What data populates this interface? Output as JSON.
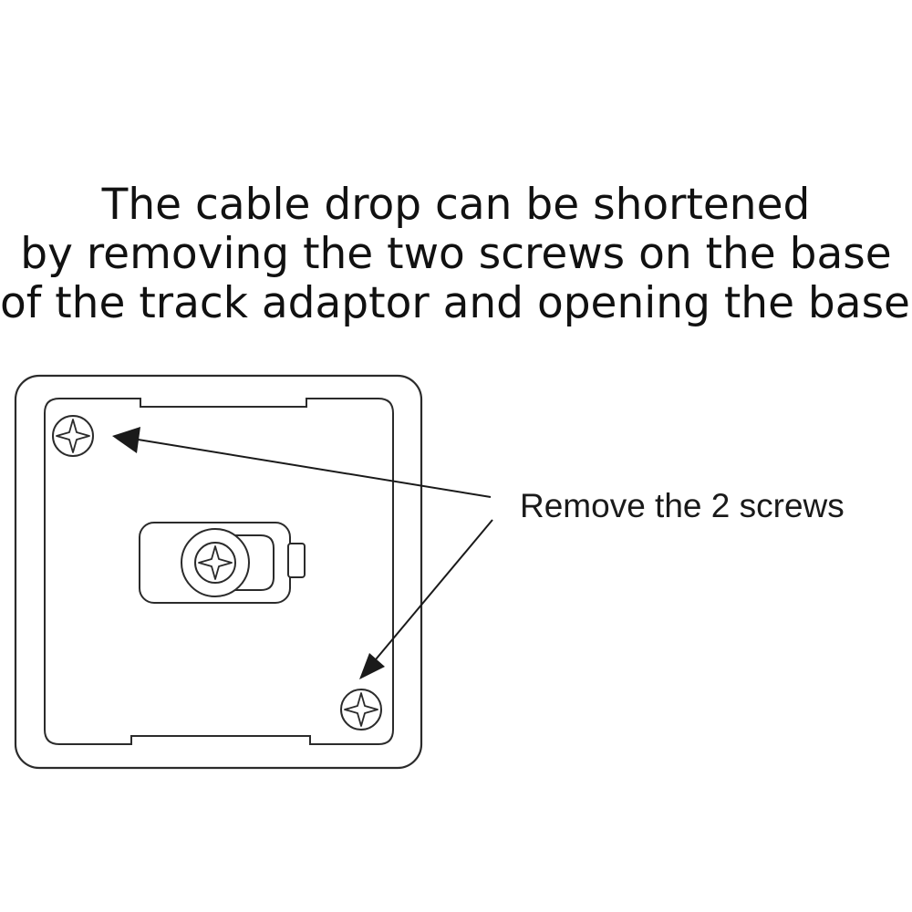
{
  "instruction": {
    "line1": "The cable drop can be shortened",
    "line2": "by removing the two screws on the base",
    "line3": "of the track adaptor and opening the base."
  },
  "callout": {
    "label": "Remove the 2 screws"
  },
  "colors": {
    "line": "#2b2b2b",
    "text": "#111111",
    "background": "#ffffff"
  },
  "icons": {
    "screw": "phillips-screw-icon",
    "arrow": "arrow-pointer"
  }
}
